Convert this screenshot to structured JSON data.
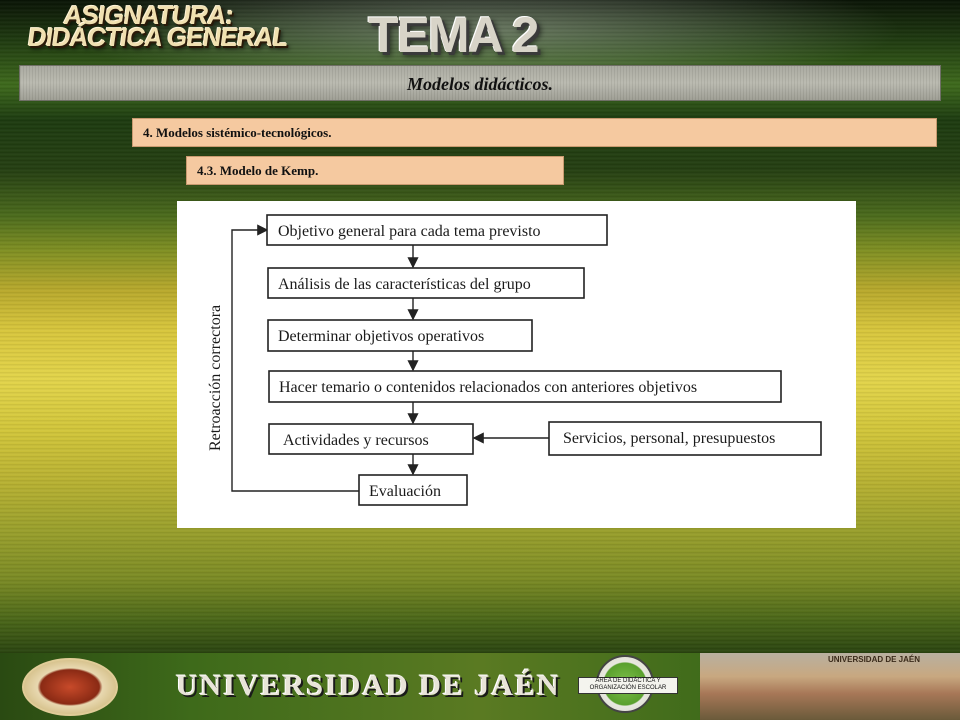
{
  "header": {
    "subject_line1": "ASIGNATURA:",
    "subject_line2": "DIDÁCTICA GENERAL",
    "tema": "TEMA 2"
  },
  "slide": {
    "title": "Modelos didácticos.",
    "section": "4. Modelos sistémico-tecnológicos.",
    "subsection": "4.3. Modelo de Kemp."
  },
  "diagram": {
    "feedback_label": "Retroacción correctora",
    "steps": [
      "Objetivo general para cada tema previsto",
      "Análisis de las características del grupo",
      "Determinar objetivos operativos",
      "Hacer temario o contenidos relacionados con anteriores objetivos",
      "Actividades y recursos",
      "Evaluación"
    ],
    "side_input": "Servicios, personal, presupuestos"
  },
  "footer": {
    "university": "UNIVERSIDAD DE JAÉN",
    "department": "ÁREA DE DIDÁCTICA Y ORGANIZACIÓN ESCOLAR",
    "building_sign": "UNIVERSIDAD DE JAÉN"
  },
  "colors": {
    "section_fill": "#f5c9a0",
    "title_bar": "#b0b0a6",
    "diagram_bg": "#ffffff"
  }
}
